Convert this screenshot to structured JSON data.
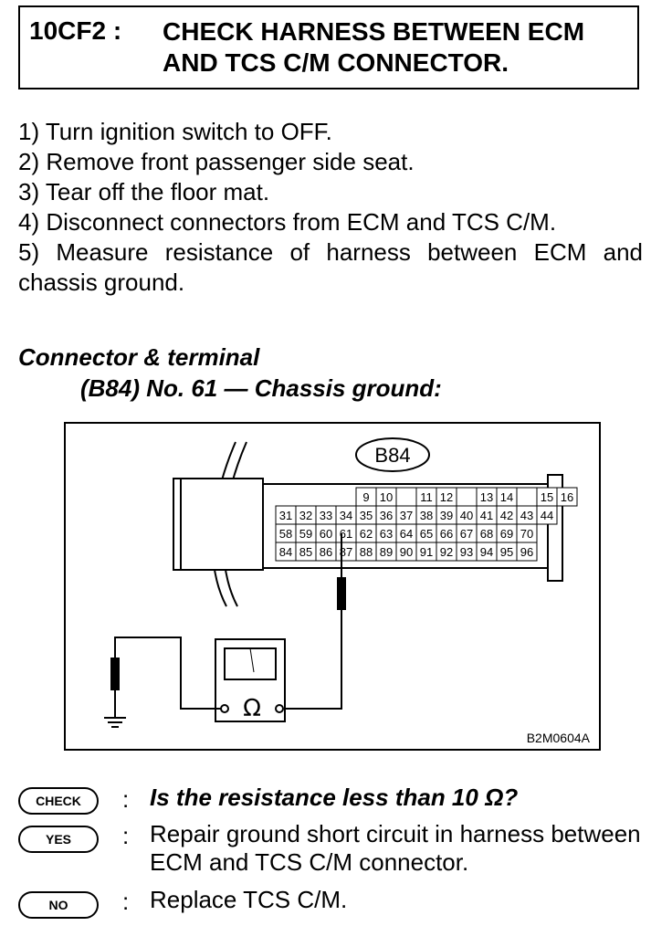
{
  "header": {
    "code": "10CF2 :",
    "title_line1": "CHECK HARNESS BETWEEN ECM",
    "title_line2": "AND TCS C/M CONNECTOR."
  },
  "steps": [
    "1)  Turn ignition switch to OFF.",
    "2)  Remove front passenger side seat.",
    "3)  Tear off the floor mat.",
    "4)  Disconnect connectors from ECM and TCS C/M.",
    "5)  Measure resistance of harness between ECM and chassis ground."
  ],
  "section": {
    "heading": "Connector & terminal",
    "subheading": "(B84) No. 61 — Chassis ground:"
  },
  "figure": {
    "connector_label": "B84",
    "row1": [
      "9",
      "10",
      "",
      "11",
      "12",
      "",
      "13",
      "14",
      "",
      "15",
      "16"
    ],
    "row2": [
      "31",
      "32",
      "33",
      "34",
      "35",
      "36",
      "37",
      "38",
      "39",
      "40",
      "41",
      "42",
      "43",
      "44"
    ],
    "row3": [
      "58",
      "59",
      "60",
      "61",
      "62",
      "63",
      "64",
      "65",
      "66",
      "67",
      "68",
      "69",
      "70"
    ],
    "row4": [
      "84",
      "85",
      "86",
      "87",
      "88",
      "89",
      "90",
      "91",
      "92",
      "93",
      "94",
      "95",
      "96"
    ],
    "meter_symbol": "Ω",
    "figure_code": "B2M0604A"
  },
  "check": {
    "check_label": "CHECK",
    "question": "Is the resistance less than 10 Ω?",
    "yes_label": "YES",
    "yes_text": "Repair ground short circuit in harness between ECM and TCS C/M connector.",
    "no_label": "NO",
    "no_text": "Replace TCS C/M.",
    "colon": ":"
  }
}
